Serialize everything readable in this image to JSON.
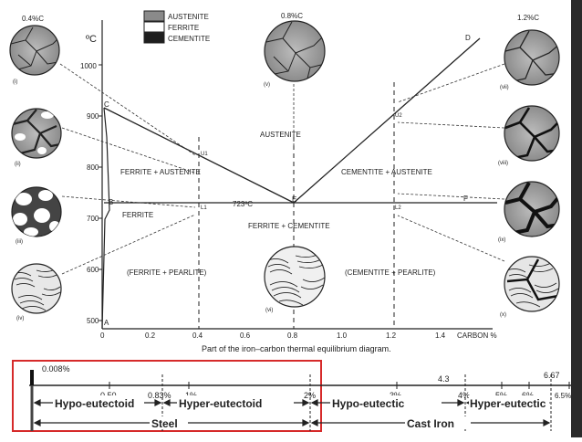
{
  "legend": {
    "items": [
      {
        "label": "AUSTENITE",
        "fill": "#8a8a8a"
      },
      {
        "label": "FERRITE",
        "fill": "#ffffff"
      },
      {
        "label": "CEMENTITE",
        "fill": "#1e1e1e"
      }
    ]
  },
  "axes": {
    "y_unit": "ºC",
    "y_ticks": [
      "1000",
      "900",
      "800",
      "700",
      "600",
      "500"
    ],
    "x_ticks": [
      "0",
      "0.2",
      "0.4",
      "0.6",
      "0.8",
      "1.0",
      "1.2",
      "1.4"
    ],
    "x_unit": "CARBON %"
  },
  "points": {
    "A": "A",
    "B": "B",
    "C": "C",
    "D": "D",
    "E": "E",
    "F": "F",
    "u1": "U1",
    "u2": "U2",
    "l1": "L1",
    "l2": "L2"
  },
  "temperature_label": "723ºC",
  "regions": {
    "austenite": "AUSTENITE",
    "ferrite_austenite": "FERRITE + AUSTENITE",
    "cementite_austenite": "CEMENTITE + AUSTENITE",
    "ferrite": "FERRITE",
    "ferrite_cementite": "FERRITE + CEMENTITE",
    "ferrite_pearlite": "(FERRITE + PEARLITE)",
    "cementite_pearlite": "(CEMENTITE + PEARLITE)"
  },
  "micrographs": {
    "top_left": "0.4%C",
    "top_center": "0.8%C",
    "top_right": "1.2%C",
    "labels": [
      "(i)",
      "(ii)",
      "(iii)",
      "(iv)",
      "(v)",
      "(vi)",
      "(vii)",
      "(viii)",
      "(ix)",
      "(x)"
    ]
  },
  "caption": "Part of the iron–carbon thermal equilibrium diagram.",
  "scale": {
    "marks": [
      "0.008%",
      "0.50",
      "0.83%",
      "1%",
      "2%",
      "3%",
      "4.3",
      "4%",
      "5%",
      "6%",
      "6.67",
      "6.5%"
    ],
    "segments": [
      "Hypo-eutectoid",
      "Hyper-eutectoid",
      "Hypo-eutectic",
      "Hyper-eutectic"
    ],
    "groups": [
      "Steel",
      "Cast Iron"
    ],
    "highlight_color": "#d62a2a"
  }
}
